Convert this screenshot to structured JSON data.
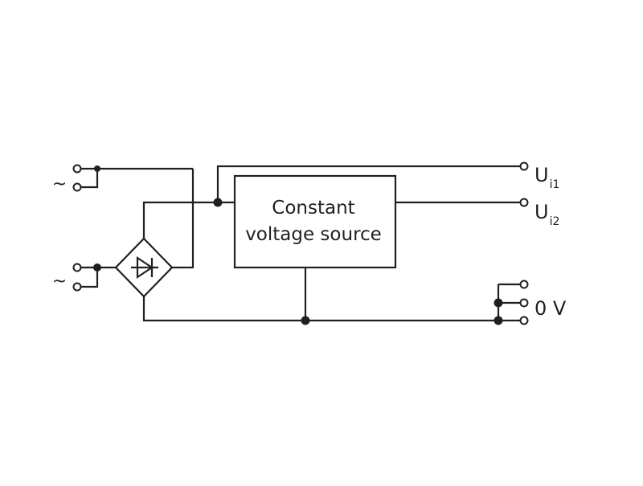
{
  "diagram": {
    "block_label_line1": "Constant",
    "block_label_line2": "voltage source",
    "ac_input_1_symbol": "~",
    "ac_input_2_symbol": "~",
    "output_1": {
      "main": "U",
      "sub": "i1"
    },
    "output_2": {
      "main": "U",
      "sub": "i2"
    },
    "ground_label": "0 V",
    "line_color": "#231f20",
    "background_color": "#ffffff"
  }
}
